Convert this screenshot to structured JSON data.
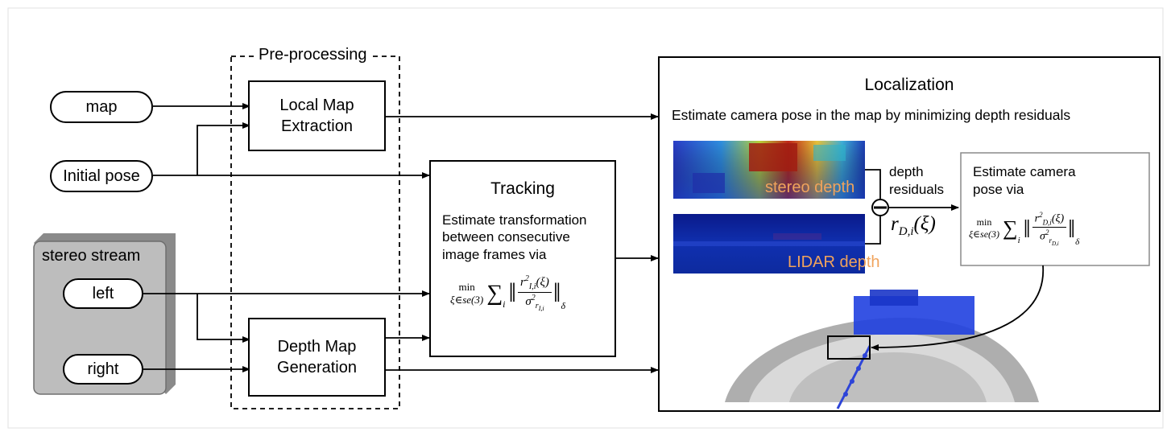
{
  "inputs": {
    "map": "map",
    "initial_pose": "Initial pose",
    "stereo_stream": "stereo stream",
    "left": "left",
    "right": "right"
  },
  "preprocessing": {
    "title": "Pre-processing",
    "local_map_extraction": [
      "Local Map",
      "Extraction"
    ],
    "depth_map_generation": [
      "Depth Map",
      "Generation"
    ]
  },
  "tracking": {
    "title": "Tracking",
    "description": [
      "Estimate transformation",
      "between consecutive",
      "image frames via"
    ]
  },
  "localization": {
    "title": "Localization",
    "subtitle": "Estimate camera pose in the map by minimizing depth residuals",
    "stereo_depth_label": "stereo depth",
    "lidar_depth_label": "LIDAR depth",
    "depth_residuals_label": [
      "depth",
      "residuals"
    ],
    "residual_symbol": "r",
    "residual_subscript": "D,i",
    "residual_arg": "(ξ)",
    "estimate_pose": [
      "Estimate camera",
      "pose via"
    ]
  },
  "colors": {
    "lidar_label": "#f0a35c",
    "stereo_label": "#f0a35c",
    "stereo_stream_fill": "#bdbdbd",
    "pointcloud_blue": "#1f3fe0"
  }
}
